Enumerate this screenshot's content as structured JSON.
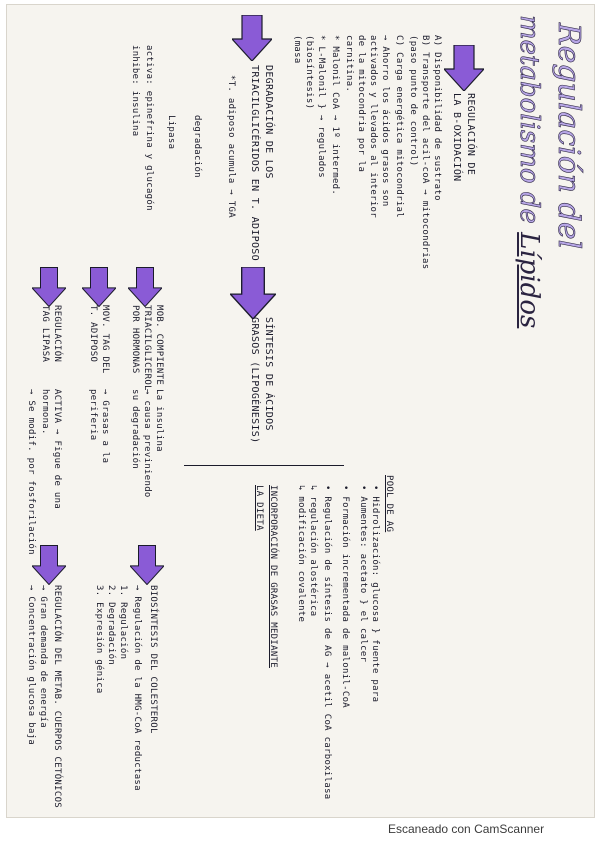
{
  "title": {
    "line1": "Regulación del",
    "line2_prefix": "metabolismo de",
    "line2_word": "Lípidos"
  },
  "colors": {
    "ink": "#1b1b2b",
    "arrow": "#8a5bd6",
    "title_fill": "#b7a6e6"
  },
  "sections": {
    "beta_oxidacion": {
      "heading_1": "REGULACIÓN DE",
      "heading_2": "LA B-OXIDACIÓN",
      "lines": [
        "A) Disponibilidad de sustrato",
        "B) Transporte del acil-coA → mitocondrias",
        "   (paso punto de control)",
        "C) Carga energética mitocondrial",
        "→ Ahorro los ácidos grasos son",
        "  activados y llevados al interior",
        "  de la mitocondria por la",
        "  carnitina.",
        "* Malonil CoA → 1º intermed.",
        "* L-Malonil   } → regulados",
        "  (biosíntesis)",
        "  (masa"
      ]
    },
    "degradacion": {
      "heading_1": "DEGRADACIÓN DE LOS",
      "heading_2": "TRIACILGLICÉRIDOS EN T. ADIPOSO",
      "lines": [
        "*T. adiposo acumula → TGA",
        "degradación",
        "Lipasa",
        "activa: epinefrina y glucagón",
        "inhibe: insulina"
      ]
    },
    "sintesis": {
      "heading_1": "SÍNTESIS DE ÁCIDOS",
      "heading_2": "GRASOS (LIPOGÉNESIS)"
    },
    "movilizacion": {
      "heading_1": "MOB. COMPIENTE",
      "heading_2": "TRIACILGLICEROL",
      "heading_3": "POR HORMONAS",
      "lines": [
        "La insulina",
        "→ causa previniendo",
        "su degradación"
      ]
    },
    "mov_tag": {
      "heading_1": "MOV. TAG DEL",
      "heading_2": "T. ADIPOSO",
      "lines": [
        "→ Grasas a la",
        "periferia"
      ]
    },
    "regulacion_tag": {
      "heading_1": "REGULACIÓN",
      "heading_2": "TAG LIPASA",
      "lines": [
        "ACTIVA → Figue de una",
        "  hormona.",
        "→ Se modif. por fosforilación"
      ]
    },
    "pool": {
      "heading": "POOL DE AG",
      "lines": [
        "• Hidrolización: glucosa } fuente para",
        "• Aumentes: acetato     } el calcer",
        "• Formación incrementada de malonil-CoA",
        "• Regulación de síntesis de AG → acetil CoA carboxilasa",
        "  ↳ regulación alostérica",
        "  ↳ modificación covalente"
      ]
    },
    "incorporacion": {
      "heading_1": "INCORPORACIÓN DE GRASAS MEDIANTE",
      "heading_2": "LA DIETA"
    },
    "colesterol": {
      "heading": "BIOSÍNTESIS DEL COLESTEROL",
      "lines": [
        "→ Regulación de la HMG-CoA reductasa",
        "   1. Regulación",
        "   2. Degradación",
        "   3. Expresión génica"
      ]
    },
    "metab": {
      "heading": "REGULACIÓN DEL METAB. CUERPOS CETÓNICOS",
      "lines": [
        "→ Gran demanda de energía",
        "→ Concentración glucosa baja"
      ]
    }
  },
  "footer": {
    "text": "Escaneado con CamScanner"
  }
}
